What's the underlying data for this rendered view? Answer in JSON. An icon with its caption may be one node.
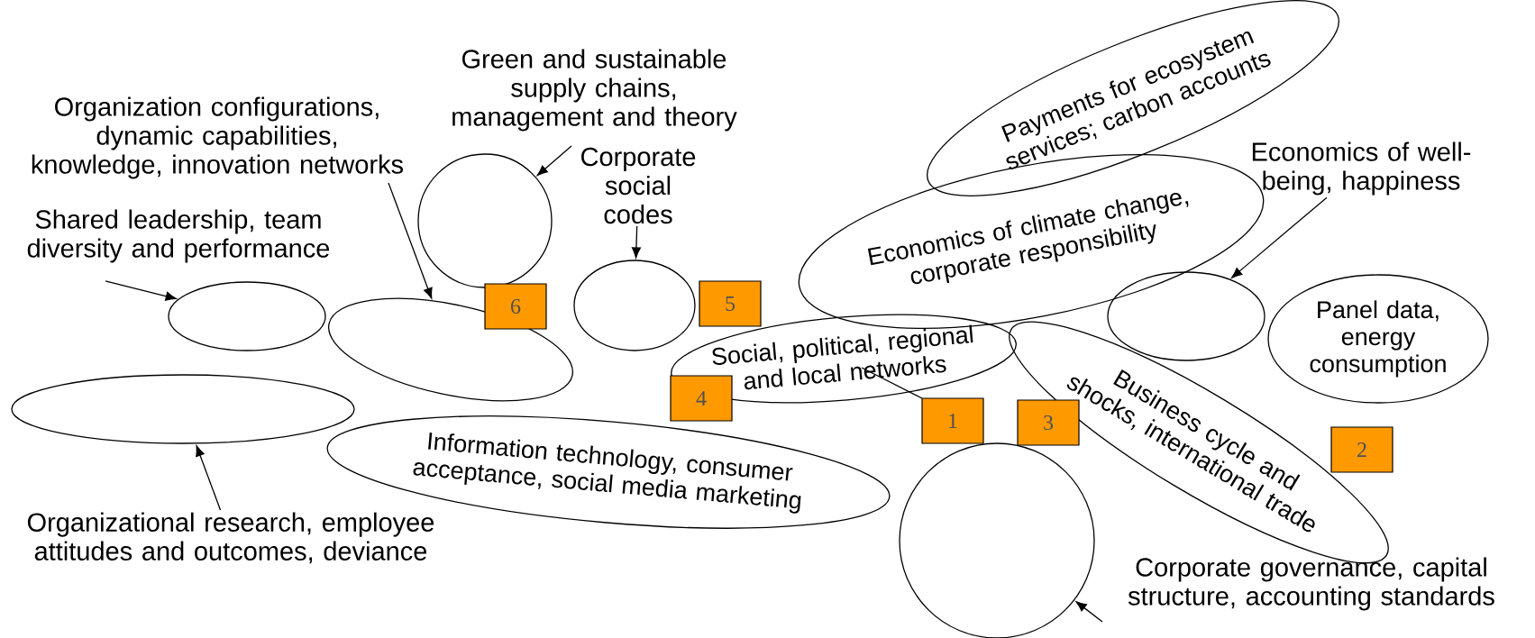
{
  "diagram": {
    "nodes": [
      {
        "text": [
          "Green and sustainable supply chains, management and theory"
        ]
      },
      {
        "text": [],
        "shape": "circle"
      },
      {
        "text": [
          "Organization configurations, dynamic capabilities, knowledge, innovation networks"
        ]
      },
      {
        "text": [
          "Corporate social codes"
        ]
      },
      {
        "text": [
          "Payments for ecosystem services; carbon accounts"
        ]
      },
      {
        "text": [
          "Economics of well-being, happiness"
        ]
      },
      {
        "text": [
          "Economics of climate change, corporate responsibility"
        ]
      },
      {
        "text": [
          "Shared leadership, team diversity and performance"
        ]
      },
      {
        "text": [],
        "shape": "ellipse"
      },
      {
        "text": [],
        "shape": "ellipse"
      },
      {
        "text": [
          "5"
        ]
      },
      {
        "text": [],
        "shape": "ellipse"
      },
      {
        "text": [
          "Panel data, energy consumption"
        ]
      },
      {
        "text": [],
        "shape": "ellipse"
      },
      {
        "text": [
          "6"
        ]
      },
      {
        "text": [
          "Social, political, regional and local networks"
        ]
      },
      {
        "text": [
          "Business cycle and shocks, international trade"
        ]
      },
      {
        "text": [],
        "shape": "ellipse"
      },
      {
        "text": [
          "4"
        ]
      },
      {
        "text": [
          "1"
        ]
      },
      {
        "text": [
          "3"
        ]
      },
      {
        "text": [
          "2"
        ]
      },
      {
        "text": [
          "Information technology, consumer acceptance, social media marketing"
        ]
      },
      {
        "text": [],
        "shape": "circle"
      },
      {
        "text": [
          "Organizational research, employee attitudes and outcomes, deviance"
        ]
      },
      {
        "text": [
          "Corporate governance, capital structure, accounting standards"
        ]
      }
    ],
    "edges": [
      {
        "from": 0,
        "to": 1,
        "arrow": "to"
      },
      {
        "from": 2,
        "to": 13,
        "arrow": "to"
      },
      {
        "from": 3,
        "to": 9,
        "arrow": "to"
      },
      {
        "from": 5,
        "to": 11,
        "arrow": "to"
      },
      {
        "from": 7,
        "to": 8,
        "arrow": "to"
      },
      {
        "from": 24,
        "to": 17,
        "arrow": "to"
      },
      {
        "from": 25,
        "to": 23,
        "arrow": "to"
      },
      {
        "from": 19,
        "to": 15,
        "arrow": "none"
      }
    ]
  }
}
